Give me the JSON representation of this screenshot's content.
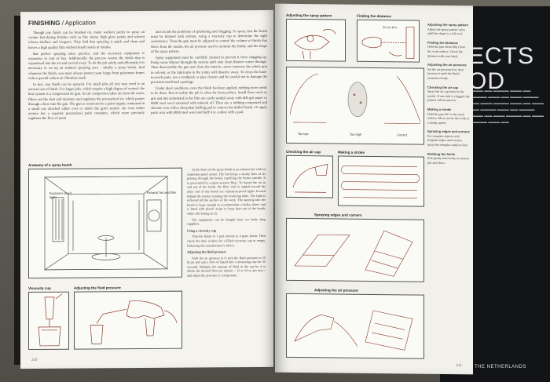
{
  "left_page": {
    "section": "FINISHING",
    "subsection": "Application",
    "col1": [
      "Though any finish can be brushed on, many workers prefer to spray on certain fast-drying finishes such as fine stains, high gloss paints and solvent release shellacs and lacquers. They find that spraying is quick and clean and leaves a high quality film without brush marks or streaks.",
      "But perfect spraying takes practice, and the necessary equipment is expensive to rent or buy. Additionally, the process wastes the finish that is vapourised into the air and carried away. To do the job safely and efficiently it is necessary to set up an isolated spraying area – ideally a spray booth. And whatever the finish, you must always protect your lungs from poisonous fumes with a special carbon air filtration mask.",
      "In fact, any finish can be sprayed. For small jobs all you may need is an aerosol can of finish. For larger jobs, which require a high degree of control, the best system is a compressed air gun. An air compressor takes air from the room, filters out the dust and moisture and regulates the pressurized air, which passes through a hose into the gun. The gun is connected to a paint supply, contained in a small can attached either over or under the gun's nozzle. An even better system has a separate pressurized paint container, which more precisely regulates the flow of paint"
    ],
    "col2": [
      "and avoids the problems of splattering and clogging. To spray, first the finish must be thinned with solvent, using a viscosity cup to determine the right consistency. Then the gun must be adjusted to control the volume of finish that flows from the nozzle, the air pressure used to atomize the finish, and the shape of the spray pattern.",
      "Spray equipment must be carefully cleaned to prevent it from clogging up. Pump some thinner through the system until only clean thinner comes through. Then disassemble the gun and clean the interior; never immerse the whole gun in solvent, or the lubricants in the joints will dissolve away. To clean the hard-to-reach parts, use a toothpick or pipe cleaner and be careful not to damage the precision-machined openings.",
      "Under ideal conditions, once the finish has been applied, nothing more needs to be done. But in reality the job is often far from perfect. Small flaws such as grit and dirt embedded in the film are easily sanded away with 400 grit paper or 0000 steel wool saturated with mineral oil. Then use a rubbing compound and silicone wax with a sheepskin buffing pad to remove the dulled finish. Or apply paste wax with 0000 steel wool and buff it to a shine with a pad."
    ],
    "booth_caption": "Anatomy of a spray booth",
    "booth_labels": [
      "Explosion-proof lights",
      "Exhaust fan and filter"
    ],
    "booth_text": [
      "At the heart of the spray booth is an exhaust fan with an explosion-proof motor. The fan keeps a steady flow of air passing through the booth, expelling the fumes outside. It is prevented by a paint arrestor filter. To funnel the air in and out of the booth, the filter wall is angled toward the other end of the booth are explosion-proof lights located behind the worker rotating the revolving table. The light is reflected off the surface of the work. The opening into the booth is large enough to accommodate a bulky object and is fitted with plastic strips to keep dust out of the booth, while still letting air in.",
      "The equipment can be bought from car body shop suppliers."
    ],
    "visc_heading": "Using a viscosity cup",
    "visc_text": "Thin the finish to 1 part solvent to 4 parts finish. Then check the time it takes for a filled viscosity cup to empty, following the manufacturer's advice.",
    "adjust_heading": "Adjusting the fluid pressure",
    "adjust_text": "With the air pressure at 0, turn the fluid pressure to 50 lb psi and aim a flow of liquid into a measuring cup for 30 seconds. Multiply the amount of fluid in the cup by 4 to obtain the desired flow per minute – 12 to 14 oz per min – and adjust the pressure to compensate.",
    "fig_viscosity": "Viscosity cup",
    "fig_fluid": "Adjusting the fluid pressure",
    "page_number": "210"
  },
  "right_page": {
    "fig_adjust_pattern": "Adjusting the spray pattern",
    "fig_distance": "Finding the distance",
    "distance_label": "20 cm 8 in",
    "labels_row": [
      "Too low",
      "Too high",
      "Correct"
    ],
    "fig_checking": "Checking the air cap",
    "fig_stroke": "Making a stroke",
    "fig_edges": "Spraying edges and corners",
    "fig_air_pressure": "Adjusting the air pressure",
    "side_notes": [
      {
        "h": "Adjusting the spray pattern",
        "t": "Adjust the spray pattern valve until the shape is a tall oval."
      },
      {
        "h": "Finding the distance",
        "t": "Hold the gun 20cm (8in) from the work surface. Check the distance with your hand."
      },
      {
        "h": "Adjusting the air pressure",
        "t": "Set the air pressure low, then increase it until the finish atomizes evenly."
      },
      {
        "h": "Checking the air cap",
        "t": "Spray the air cap holes in the nozzle. If one side is clogged, the pattern will be uneven."
      },
      {
        "h": "Making a stroke",
        "t": "Hold the gun 90° to the work surface. Move across the work at a steady speed."
      },
      {
        "h": "Spraying edges and corners",
        "t": "For complex objects with irregular edges and corners, spray the irregular surfaces first."
      },
      {
        "h": "Rubbing the finish",
        "t": "Rub gently and evenly to remove grit and flaws."
      }
    ],
    "page_number": "211"
  },
  "other_book": {
    "title_line1": "ECTS",
    "title_line2": "OD",
    "footer": "THE NETHERLANDS"
  },
  "colors": {
    "page": "#f4f3ee",
    "ink": "#2b2b2b",
    "sketch": "#8a3b2a",
    "dark_book": "#121417"
  }
}
